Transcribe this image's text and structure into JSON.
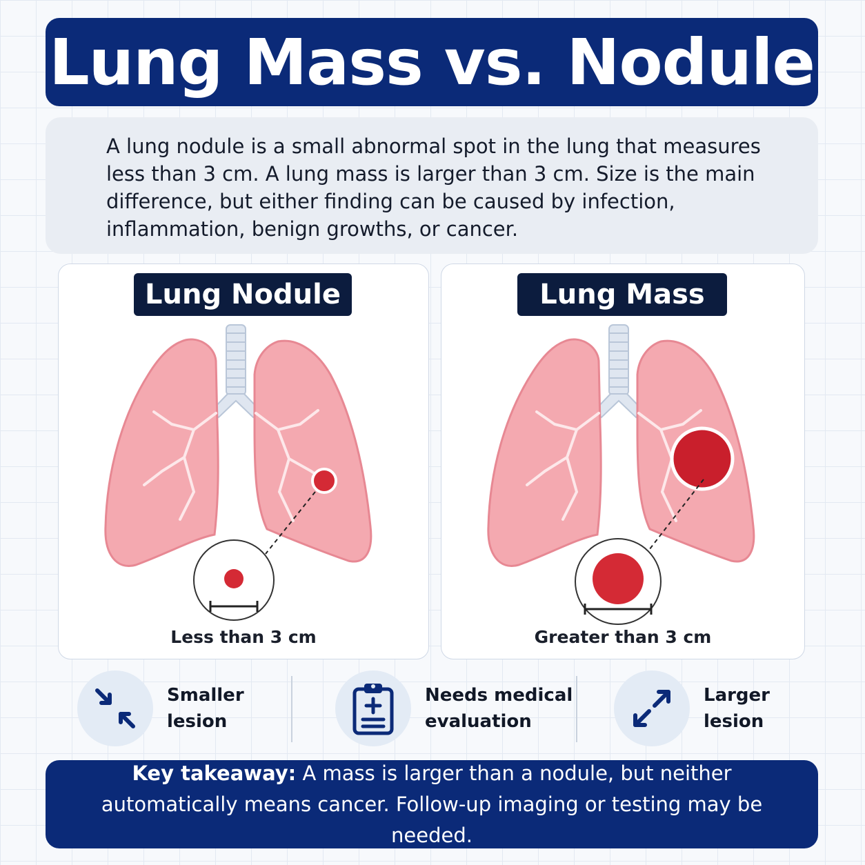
{
  "title": "Lung Mass vs. Nodule",
  "intro": "A lung nodule is a small abnormal spot in the lung that measures less than 3 cm.  A lung mass is larger than 3 cm. Size is the main difference, but either finding can be caused by infection, inflammation, benign growths, or cancer.",
  "nodule_card": {
    "label": "Lung Nodule",
    "caption": "Less than 3 cm"
  },
  "mass_card": {
    "label": "Lung Mass",
    "caption": "Greater than 3 cm"
  },
  "features": [
    {
      "label": "Smaller\nlesion",
      "icon": "arrows-inward-icon"
    },
    {
      "label": "Needs medical\nevaluation",
      "icon": "clipboard-plus-icon"
    },
    {
      "label": "Larger\nlesion",
      "icon": "arrows-outward-icon"
    }
  ],
  "takeaway": {
    "lead": "Key takeaway:",
    "text": " A mass is larger than a nodule, but neither automatically means cancer. Follow-up imaging or testing may be needed."
  },
  "colors": {
    "navy": "#0b2a78",
    "label_bg": "#0c1c3e",
    "lung_fill": "#f4a9b0",
    "lesion_red": "#d42a35",
    "icon_bg": "#e3ebf5"
  }
}
